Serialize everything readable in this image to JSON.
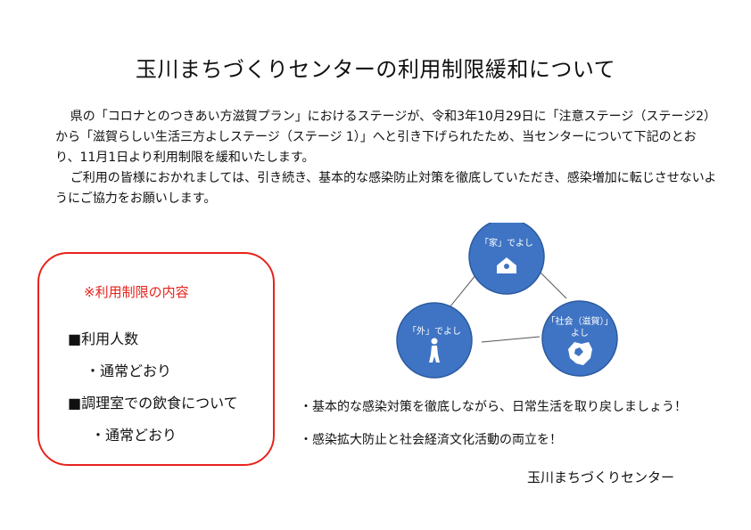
{
  "title": "玉川まちづくりセンターの利用制限緩和について",
  "paragraphs": [
    "県の「コロナとのつきあい方滋賀プラン」におけるステージが、令和3年10月29日に「注意ステージ（ステージ2）から「滋賀らしい生活三方よしステージ（ステージ 1）」へと引き下げられたため、当センターについて下記のとおり、11月1日より利用制限を緩和いたします。",
    "ご利用の皆様におかれましては、引き続き、基本的な感染防止対策を徹底していただき、感染増加に転じさせないようにご協力をお願いします。"
  ],
  "restrictions": {
    "heading": "※利用制限の内容",
    "items": [
      {
        "label": "■利用人数",
        "detail": "・通常どおり"
      },
      {
        "label": "■調理室での飲食について",
        "detail": "・通常どおり"
      }
    ]
  },
  "diagram": {
    "nodes": [
      {
        "label": "「家」でよし",
        "icon": "house-icon"
      },
      {
        "label": "「外」でよし",
        "icon": "person-walking-icon"
      },
      {
        "label_line1": "「社会（滋賀）」",
        "label_line2": "よし",
        "icon": "shiga-map-icon"
      }
    ],
    "colors": {
      "circle": "#3f74c4",
      "circle_border": "#2c5aa0",
      "line": "#555555"
    }
  },
  "bullets": [
    "・基本的な感染対策を徹底しながら、日常生活を取り戻しましょう！",
    "・感染拡大防止と社会経済文化活動の両立を！"
  ],
  "signature": "玉川まちづくりセンター",
  "colors": {
    "accent": "#e8221c"
  }
}
